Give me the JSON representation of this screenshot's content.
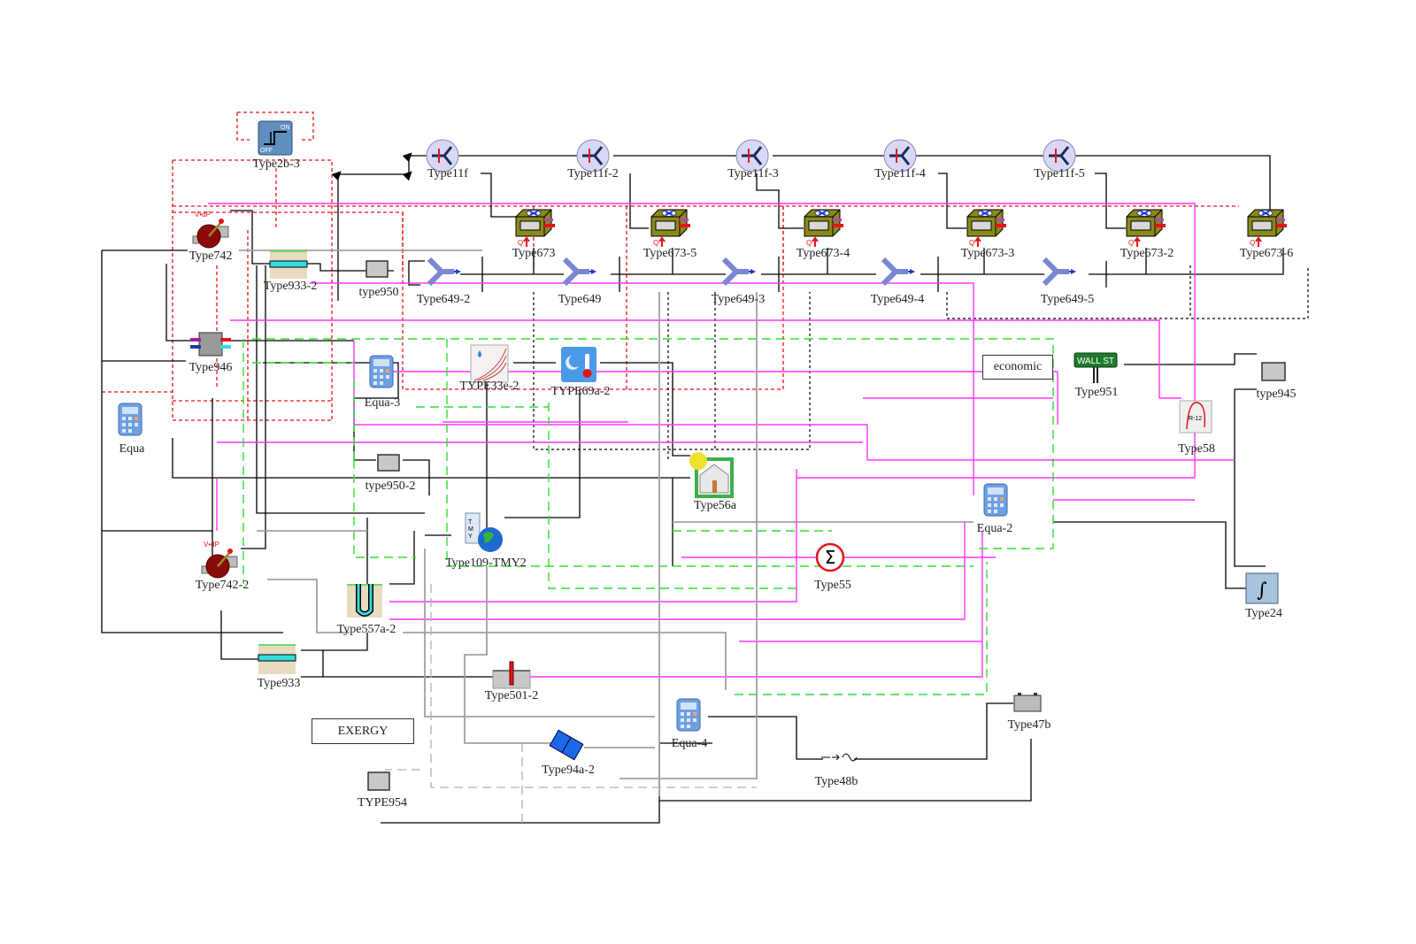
{
  "diagram": {
    "type": "TRNSYS simulation studio schematic",
    "text_boxes": {
      "economic": "economic",
      "exergy": "EXERGY"
    },
    "components": [
      {
        "id": "type2b-3",
        "label": "Type2b-3",
        "icon": "on-off-controller-icon"
      },
      {
        "id": "type742",
        "label": "Type742",
        "icon": "pump-icon"
      },
      {
        "id": "type933-2",
        "label": "Type933-2",
        "icon": "ground-layer-icon"
      },
      {
        "id": "type950",
        "label": "type950",
        "icon": "grey-box-icon"
      },
      {
        "id": "type946",
        "label": "Type946",
        "icon": "heat-pump-unit-icon"
      },
      {
        "id": "equa",
        "label": "Equa",
        "icon": "calculator-icon"
      },
      {
        "id": "equa-3",
        "label": "Equa-3",
        "icon": "calculator-icon"
      },
      {
        "id": "type950-2",
        "label": "type950-2",
        "icon": "grey-box-icon"
      },
      {
        "id": "type11f",
        "label": "Type11f",
        "icon": "diverter-icon"
      },
      {
        "id": "type11f-2",
        "label": "Type11f-2",
        "icon": "diverter-icon"
      },
      {
        "id": "type11f-3",
        "label": "Type11f-3",
        "icon": "diverter-icon"
      },
      {
        "id": "type11f-4",
        "label": "Type11f-4",
        "icon": "diverter-icon"
      },
      {
        "id": "type11f-5",
        "label": "Type11f-5",
        "icon": "diverter-icon"
      },
      {
        "id": "type673",
        "label": "Type673",
        "icon": "fan-coil-icon"
      },
      {
        "id": "type673-5",
        "label": "Type673-5",
        "icon": "fan-coil-icon"
      },
      {
        "id": "type673-4",
        "label": "Type673-4",
        "icon": "fan-coil-icon"
      },
      {
        "id": "type673-3",
        "label": "Type673-3",
        "icon": "fan-coil-icon"
      },
      {
        "id": "type673-2",
        "label": "Type673-2",
        "icon": "fan-coil-icon"
      },
      {
        "id": "type673-6",
        "label": "Type673-6",
        "icon": "fan-coil-icon"
      },
      {
        "id": "type649-2",
        "label": "Type649-2",
        "icon": "mixer-icon"
      },
      {
        "id": "type649",
        "label": "Type649",
        "icon": "mixer-icon"
      },
      {
        "id": "type649-3",
        "label": "Type649-3",
        "icon": "mixer-icon"
      },
      {
        "id": "type649-4",
        "label": "Type649-4",
        "icon": "mixer-icon"
      },
      {
        "id": "type649-5",
        "label": "Type649-5",
        "icon": "mixer-icon"
      },
      {
        "id": "type33e-2",
        "label": "TYPE33e-2",
        "icon": "psychrometrics-icon"
      },
      {
        "id": "type69a-2",
        "label": "TYPE69a-2",
        "icon": "sky-temperature-icon"
      },
      {
        "id": "type56a",
        "label": "Type56a",
        "icon": "building-icon"
      },
      {
        "id": "type951",
        "label": "Type951",
        "icon": "wall-street-sign-icon"
      },
      {
        "id": "type58",
        "label": "Type58",
        "icon": "refrigerant-chart-icon"
      },
      {
        "id": "type945",
        "label": "type945",
        "icon": "grey-box-icon"
      },
      {
        "id": "equa-2",
        "label": "Equa-2",
        "icon": "calculator-icon"
      },
      {
        "id": "type109-tmy2",
        "label": "Type109-TMY2",
        "icon": "weather-globe-icon"
      },
      {
        "id": "type55",
        "label": "Type55",
        "icon": "summation-icon"
      },
      {
        "id": "type24",
        "label": "Type24",
        "icon": "integrator-icon"
      },
      {
        "id": "type742-2",
        "label": "Type742-2",
        "icon": "pump-icon"
      },
      {
        "id": "type557a-2",
        "label": "Type557a-2",
        "icon": "borehole-icon"
      },
      {
        "id": "type933",
        "label": "Type933",
        "icon": "ground-layer-icon"
      },
      {
        "id": "type501-2",
        "label": "Type501-2",
        "icon": "soil-temperature-icon"
      },
      {
        "id": "equa-4",
        "label": "Equa-4",
        "icon": "calculator-icon"
      },
      {
        "id": "type47b",
        "label": "Type47b",
        "icon": "battery-icon"
      },
      {
        "id": "type48b",
        "label": "Type48b",
        "icon": "inverter-icon"
      },
      {
        "id": "type94a-2",
        "label": "Type94a-2",
        "icon": "pv-panel-icon"
      },
      {
        "id": "type954",
        "label": "TYPE954",
        "icon": "grey-box-icon"
      }
    ],
    "link_colors": {
      "fluid": "#000000",
      "control": "#e8141b",
      "electric": "#ff33ff",
      "weather": "#33dd33",
      "solar": "#a0a0a0",
      "output": "#222222"
    },
    "icon_glyphs": {
      "on": "ON",
      "off": "OFF",
      "wallst": "WALL ST",
      "r12": "R-12",
      "tmy": "TMY2",
      "sigma": "Σ",
      "integral": "∫",
      "vdp": "V·dP",
      "q": "Q"
    }
  }
}
